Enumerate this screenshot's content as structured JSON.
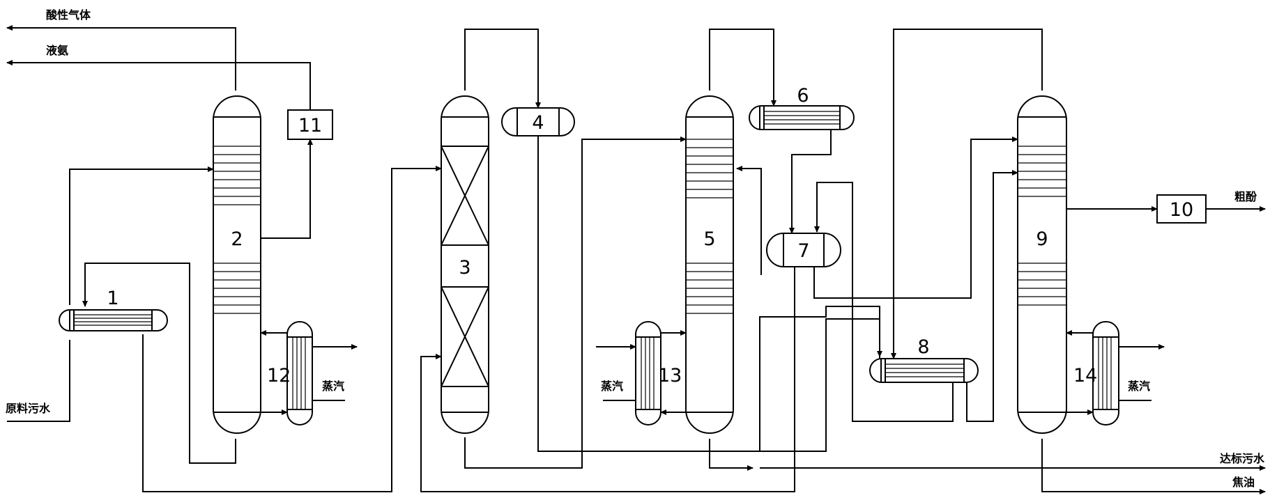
{
  "streams": {
    "acid_gas": "酸性气体",
    "liquid_ammonia": "液氨",
    "raw_wastewater": "原料污水",
    "crude_phenol": "粗酚",
    "treated_wastewater": "达标污水",
    "coke_oil": "焦油"
  },
  "steam_label": "蒸汽",
  "equipment": {
    "e1": "1",
    "e2": "2",
    "e3": "3",
    "e4": "4",
    "e5": "5",
    "e6": "6",
    "e7": "7",
    "e8": "8",
    "e9": "9",
    "e10": "10",
    "e11": "11",
    "e12": "12",
    "e13": "13",
    "e14": "14"
  }
}
